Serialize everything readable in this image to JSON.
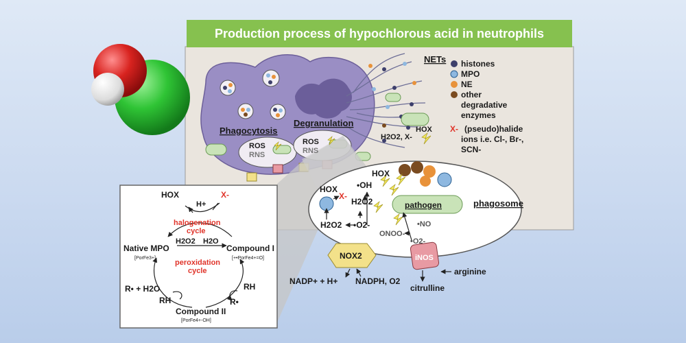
{
  "title": "Production process of hypochlorous acid in neutrophils",
  "colors": {
    "title_bar": "#86c14f",
    "panel": "#eae5de",
    "cell": "#9a8ec4",
    "pathogen": "#c9e3b8",
    "red_label": "#e0342a",
    "histone": "#3d3f6b",
    "mpo": "#8eb8e0",
    "ne": "#e8923a",
    "other_enzyme": "#7a4b20"
  },
  "molecule": {
    "name": "hypochlorous-acid-molecule"
  },
  "legend": {
    "heading": "NETs",
    "items": [
      {
        "label": "histones",
        "color": "#3d3f6b",
        "icon": "dark-dot"
      },
      {
        "label": "MPO",
        "color": "#8eb8e0",
        "icon": "blue-dot"
      },
      {
        "label": "NE",
        "color": "#e8923a",
        "icon": "orange-dot"
      },
      {
        "label": "other",
        "color": "#7a4b20",
        "icon": "brown-dot"
      },
      {
        "label": "degradative"
      },
      {
        "label": "enzymes"
      }
    ],
    "halide_x": "X-",
    "halide_lines": [
      "(pseudo)halide",
      "ions i.e. Cl-, Br-,",
      "SCN-"
    ]
  },
  "cell_labels": {
    "phagocytosis": "Phagocytosis",
    "degranulation": "Degranulation",
    "ros": "ROS",
    "rns": "RNS",
    "h2o2_x": "H2O2, X-",
    "hox": "HOX"
  },
  "phagosome": {
    "label": "phagosome",
    "pathogen": "pathogen",
    "hox1": "HOX",
    "hox2": "HOX",
    "x_minus": "X-",
    "oh": "•OH",
    "h2o2_a": "H2O2",
    "h2o2_b": "H2O2",
    "o2_a": "•O2-",
    "no": "•NO",
    "onoo": "ONOO-",
    "o2_b": "•O2-",
    "nox2": "NOX2",
    "inos": "iNOS",
    "nadp": "NADP+ + H+",
    "nadph": "NADPH, O2",
    "arginine": "arginine",
    "citrulline": "citrulline"
  },
  "cycle": {
    "hox": "HOX",
    "x_minus": "X-",
    "h_plus": "H+",
    "halogenation": "halogenation",
    "cycle_word": "cycle",
    "h2o2": "H2O2",
    "h2o": "H2O",
    "native_mpo": "Native MPO",
    "native_sub": "[PorFe3+]",
    "compound_i": "Compound I",
    "compound_i_sub": "[+•PorFe4+=O]",
    "peroxidation": "peroxidation",
    "cycle_word2": "cycle",
    "r_h2o": "R• + H2O",
    "rh_left": "RH",
    "rh_right": "RH",
    "r_right": "R•",
    "compound_ii": "Compound II",
    "compound_ii_sub": "[PorFe4+-OH]"
  }
}
